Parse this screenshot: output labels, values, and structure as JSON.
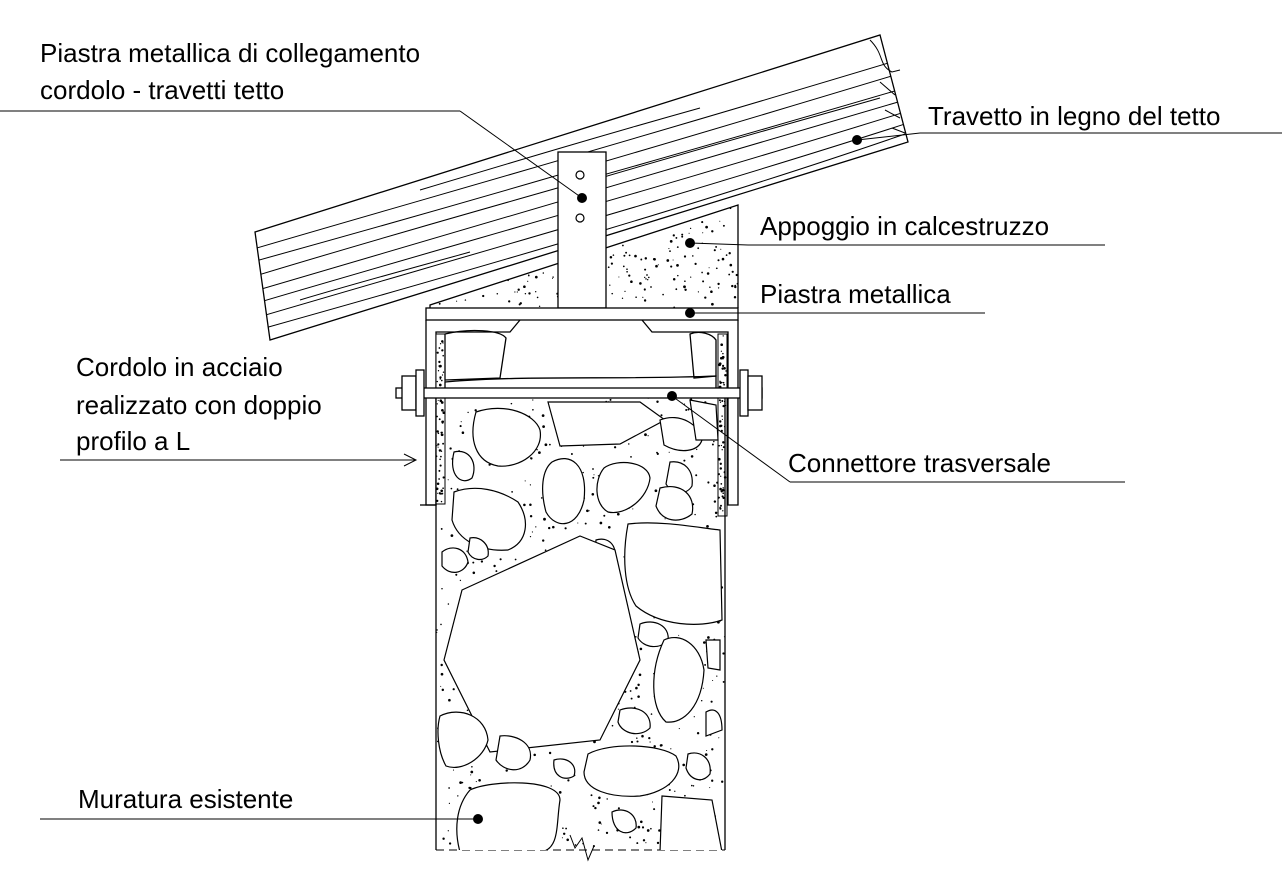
{
  "labels": {
    "plate_connection_line1": "Piastra metallica di collegamento",
    "plate_connection_line2": "cordolo - travetti tetto",
    "wood_joist": "Travetto in legno del tetto",
    "concrete_support": "Appoggio in calcestruzzo",
    "steel_plate": "Piastra metallica",
    "steel_curb_line1": "Cordolo in acciaio",
    "steel_curb_line2": "realizzato con doppio",
    "steel_curb_line3": "profilo a L",
    "transverse_connector": "Connettore trasversale",
    "existing_masonry": "Muratura esistente"
  },
  "colors": {
    "line": "#000000",
    "background": "#ffffff"
  }
}
